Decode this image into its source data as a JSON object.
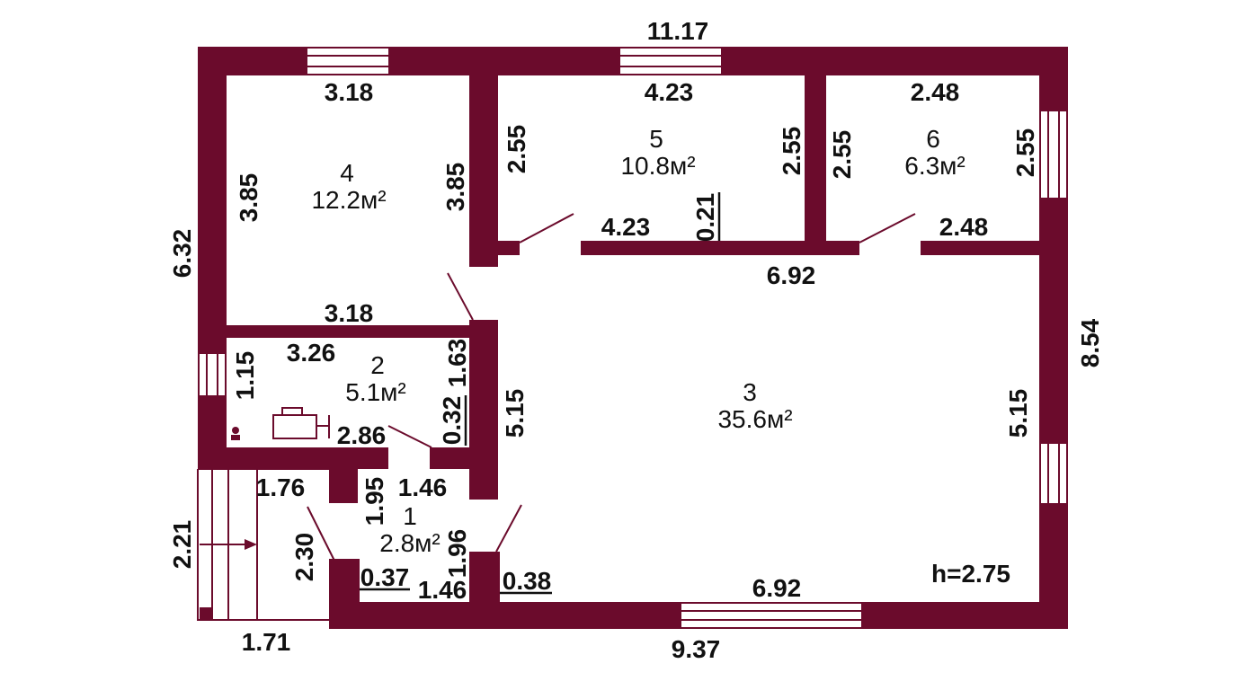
{
  "colors": {
    "wall": "#6b0b2c",
    "text": "#111111",
    "background": "#ffffff"
  },
  "rooms": [
    {
      "number": "1",
      "area": "2.8м²"
    },
    {
      "number": "2",
      "area": "5.1м²"
    },
    {
      "number": "3",
      "area": "35.6м²"
    },
    {
      "number": "4",
      "area": "12.2м²"
    },
    {
      "number": "5",
      "area": "10.8м²"
    },
    {
      "number": "6",
      "area": "6.3м²"
    }
  ],
  "dimensions": {
    "top_total": "11.17",
    "room4_top": "3.18",
    "room5_top": "4.23",
    "room6_top": "2.48",
    "left_total": "6.32",
    "room4_left": "3.85",
    "room4_right": "3.85",
    "room5_left": "2.55",
    "room5_right": "2.55",
    "room6_left": "2.55",
    "room6_right": "2.55",
    "room5_bottom": "4.23",
    "room5_niche": "0.21",
    "room6_bottom": "2.48",
    "hall_top": "6.92",
    "room4_bottom": "3.18",
    "right_total": "8.54",
    "hall_right": "5.15",
    "room2_top": "3.26",
    "room2_window": "1.15",
    "room2_right": "1.63",
    "room2_niche": "0.32",
    "room2_bottom": "2.86",
    "partition": "5.15",
    "room1_left_a": "1.76",
    "room1_width": "1.46",
    "room1_height": "1.95",
    "stairs_height": "2.21",
    "room1_left_b": "2.30",
    "room1_right": "1.96",
    "room1_niche_left": "0.37",
    "room1_bottom": "1.46",
    "hall_niche": "0.38",
    "hall_bottom": "6.92",
    "bottom_total": "9.37",
    "stairs_width": "1.71",
    "ceiling_height": "h=2.75"
  }
}
